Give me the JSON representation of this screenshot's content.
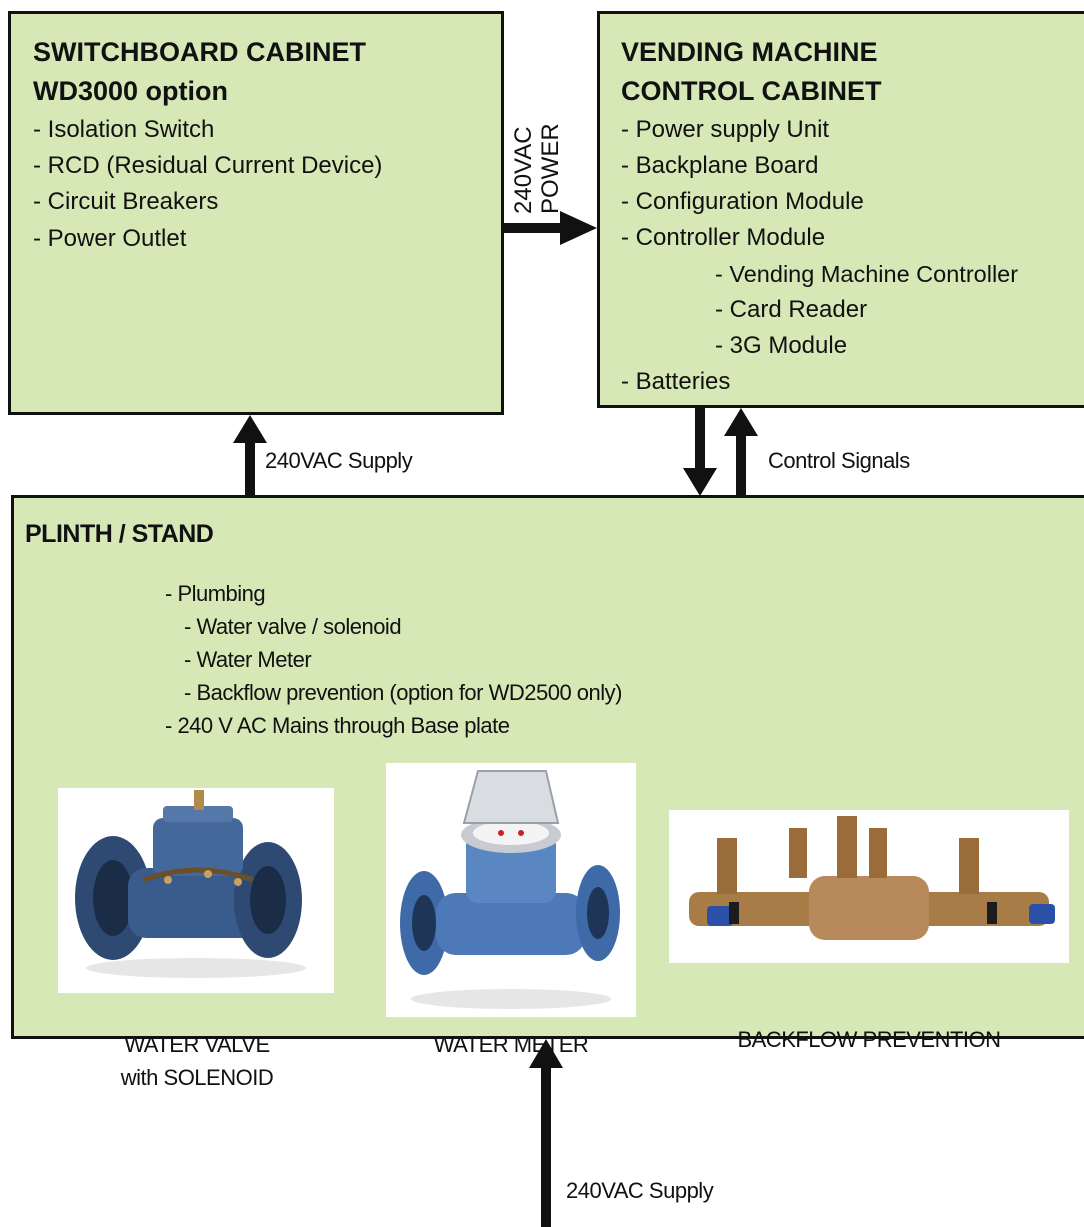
{
  "switchboard": {
    "title_line1": "SWITCHBOARD CABINET",
    "title_line2": "WD3000 option",
    "items": [
      "- Isolation Switch",
      "- RCD (Residual Current Device)",
      "- Circuit Breakers",
      "- Power Outlet"
    ]
  },
  "vending": {
    "title_line1": "VENDING MACHINE",
    "title_line2": "CONTROL CABINET",
    "items": [
      "- Power supply Unit",
      "- Backplane Board",
      "- Configuration Module",
      "- Controller Module"
    ],
    "sub_items": [
      "- Vending Machine Controller",
      "- Card Reader",
      "- 3G Module"
    ],
    "last_item": "- Batteries"
  },
  "connections": {
    "power_line1": "240VAC",
    "power_line2": "POWER",
    "supply_top": "240VAC Supply",
    "control": "Control Signals",
    "supply_bottom": "240VAC Supply"
  },
  "plinth": {
    "title": "PLINTH / STAND",
    "lines": [
      "- Plumbing",
      "- Water valve / solenoid",
      "- Water Meter",
      "- Backflow prevention (option for WD2500 only)",
      "- 240 V AC Mains through Base plate"
    ],
    "captions": {
      "valve_line1": "WATER VALVE",
      "valve_line2": "with SOLENOID",
      "meter": "WATER METER",
      "backflow": "BACKFLOW PREVENTION"
    }
  },
  "colors": {
    "box_fill": "#d5e8b6",
    "line": "#111111",
    "pipe_blue": "#3f6aa8",
    "brass": "#a87c47"
  }
}
